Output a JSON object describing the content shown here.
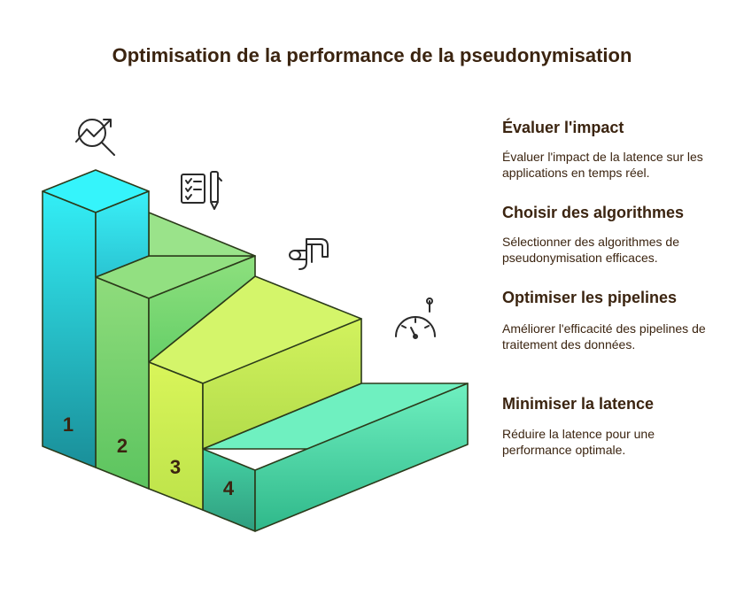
{
  "title": "Optimisation de la performance de la pseudonymisation",
  "steps": [
    {
      "number": "1",
      "title": "Évaluer l'impact",
      "description": "Évaluer l'impact de la latence sur les applications en temps réel.",
      "icon": "magnifier-trend-icon",
      "color": "#2ee6f2"
    },
    {
      "number": "2",
      "title": "Choisir des algorithmes",
      "description": "Sélectionner des algorithmes de pseudonymisation efficaces.",
      "icon": "checklist-pen-icon",
      "color": "#8fdf7a"
    },
    {
      "number": "3",
      "title": "Optimiser les pipelines",
      "description": "Améliorer l'efficacité des pipelines de traitement des données.",
      "icon": "pipe-route-icon",
      "color": "#d9f55a"
    },
    {
      "number": "4",
      "title": "Minimiser la latence",
      "description": "Réduire la latence pour une performance optimale.",
      "icon": "gauge-icon",
      "color": "#4fd6a0"
    }
  ]
}
